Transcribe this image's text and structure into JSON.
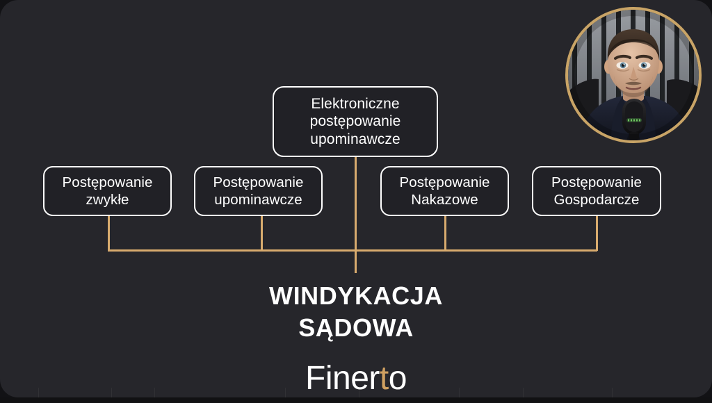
{
  "slide": {
    "headline_line1": "WINDYKACJA",
    "headline_line2": "SĄDOWA",
    "logo_part1": "Finer",
    "logo_accent": "t",
    "logo_part2": "o",
    "background_color": "#26262b",
    "node_border_color": "#ffffff",
    "connector_color": "#d8ab6e",
    "accent_color": "#cfa061"
  },
  "diagram": {
    "top_node": {
      "label": "Elektroniczne\npostępowanie\nupominawcze"
    },
    "leaf_nodes": [
      {
        "label": "Postępowanie\nzwykłe"
      },
      {
        "label": "Postępowanie\nupominawcze"
      },
      {
        "label": "Postępowanie\nNakazowe"
      },
      {
        "label": "Postępowanie\nGospodarcze"
      }
    ]
  },
  "webcam": {
    "alt": "presenter-video-circle",
    "ring_color": "#c9a466"
  }
}
